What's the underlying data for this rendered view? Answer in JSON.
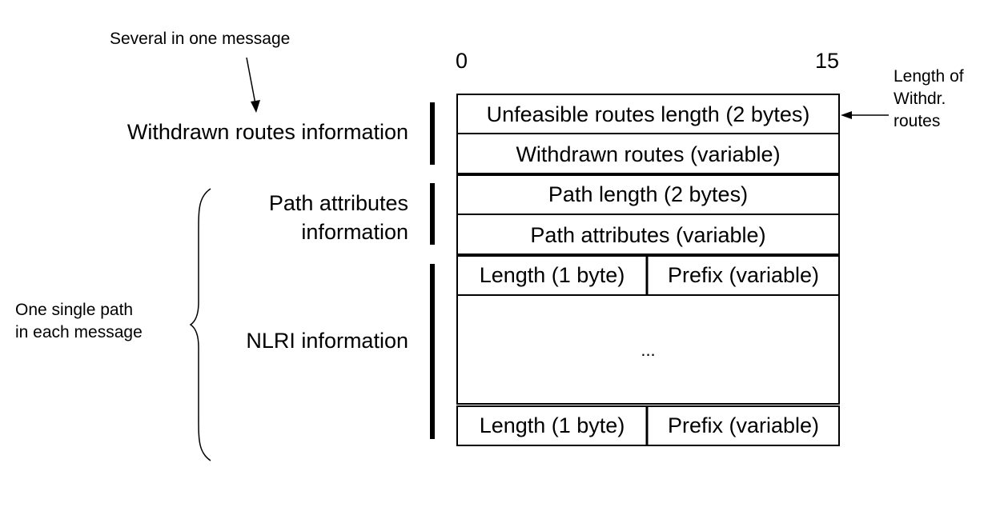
{
  "annotations": {
    "several": "Several in one message",
    "length_of_withdr": [
      "Length of",
      "Withdr.",
      "routes"
    ],
    "one_single_path": [
      "One single path",
      "in each message"
    ]
  },
  "bit_scale": {
    "start": "0",
    "end": "15"
  },
  "sections": {
    "withdrawn": "Withdrawn routes information",
    "path_attr": [
      "Path attributes",
      "information"
    ],
    "nlri": "NLRI information"
  },
  "rows": {
    "unfeasible": "Unfeasible routes length (2 bytes)",
    "withdrawn_routes": "Withdrawn routes (variable)",
    "path_length": "Path length (2 bytes)",
    "path_attributes": "Path attributes (variable)",
    "nlri_first": {
      "length": "Length (1 byte)",
      "prefix": "Prefix (variable)"
    },
    "ellipsis": "...",
    "nlri_last": {
      "length": "Length (1 byte)",
      "prefix": "Prefix (variable)"
    }
  }
}
